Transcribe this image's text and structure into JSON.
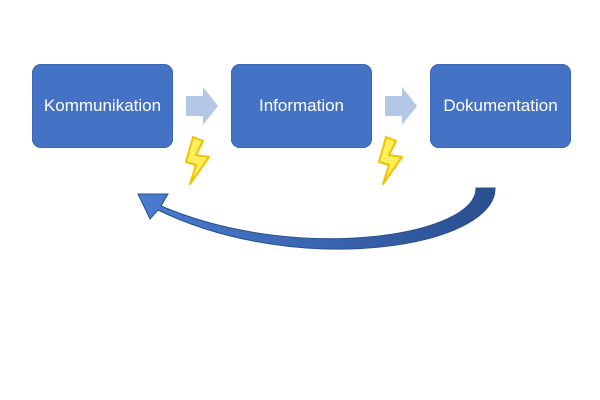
{
  "steps": [
    {
      "label": "Kommunikation"
    },
    {
      "label": "Information"
    },
    {
      "label": "Dokumentation"
    }
  ],
  "colors": {
    "box_fill": "#4472c4",
    "step_arrow": "#b4c7e7",
    "return_arrow": "#2f5597",
    "lightning": "#ffe600"
  },
  "icons": [
    "arrow-right-icon",
    "lightning-icon",
    "curved-return-arrow-icon"
  ]
}
